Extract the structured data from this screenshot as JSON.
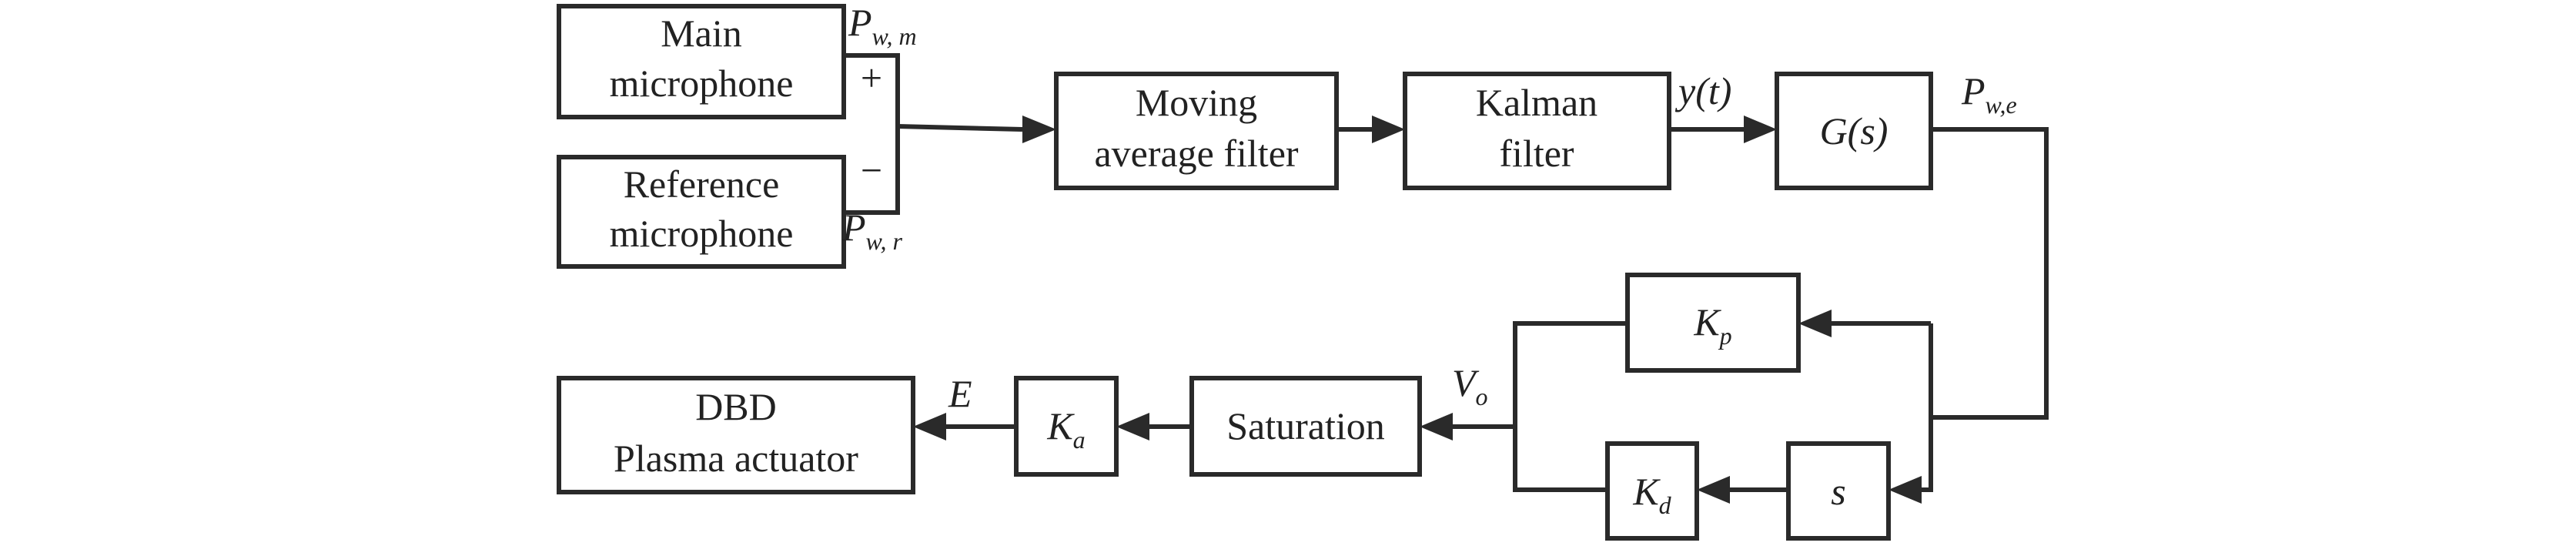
{
  "blocks": {
    "main_mic": {
      "line1": "Main",
      "line2": "microphone"
    },
    "ref_mic": {
      "line1": "Reference",
      "line2": "microphone"
    },
    "moving_avg": {
      "line1": "Moving",
      "line2": "average filter"
    },
    "kalman": {
      "line1": "Kalman",
      "line2": "filter"
    },
    "gs": {
      "label": "G(s)"
    },
    "kp": {
      "main": "K",
      "sub": "p"
    },
    "kd": {
      "main": "K",
      "sub": "d"
    },
    "s": {
      "label": "s"
    },
    "saturation": {
      "label": "Saturation"
    },
    "ka": {
      "main": "K",
      "sub": "a"
    },
    "dbd": {
      "line1": "DBD",
      "line2": "Plasma actuator"
    }
  },
  "signals": {
    "pwm": {
      "main": "P",
      "sub": "w, m"
    },
    "pwr": {
      "main": "P",
      "sub": "w, r"
    },
    "yt": {
      "label": "y(t)"
    },
    "pwe": {
      "main": "P",
      "sub": "w,e"
    },
    "vo": {
      "main": "V",
      "sub": "o"
    },
    "e": {
      "label": "E"
    }
  },
  "signs": {
    "plus": "+",
    "minus": "−"
  }
}
